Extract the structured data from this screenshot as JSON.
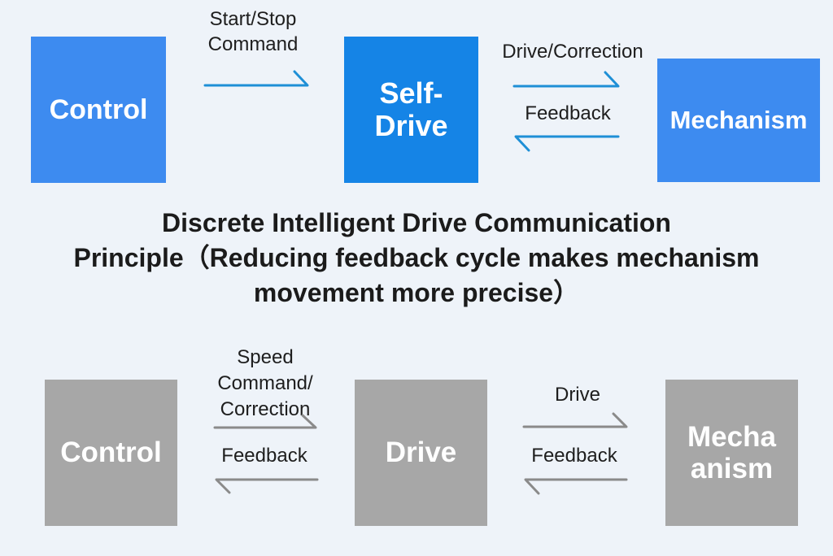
{
  "top_row": {
    "control_label": "Control",
    "self_drive_label": "Self-\nDrive",
    "mechanism_label": "Mechanism",
    "start_stop_label": "Start/Stop\nCommand",
    "drive_correction_label": "Drive/Correction",
    "feedback_label": "Feedback"
  },
  "title": {
    "line1": "Discrete Intelligent Drive Communication",
    "line2": "Principle（Reducing feedback cycle makes mechanism",
    "line3": "movement more precise）"
  },
  "bottom_row": {
    "control_label": "Control",
    "drive_label": "Drive",
    "mechanism_label": "Mecha\nanism",
    "speed_command_label": "Speed\nCommand/\nCorrection",
    "feedback_left_label": "Feedback",
    "drive_arrow_label": "Drive",
    "feedback_right_label": "Feedback"
  },
  "colors": {
    "top_arrow": "#1e8fd6",
    "bottom_arrow": "#8a8a8a",
    "blue_box": "#3d8bf0",
    "blue_box_center": "#1584e6",
    "gray_box": "#a7a7a7"
  }
}
